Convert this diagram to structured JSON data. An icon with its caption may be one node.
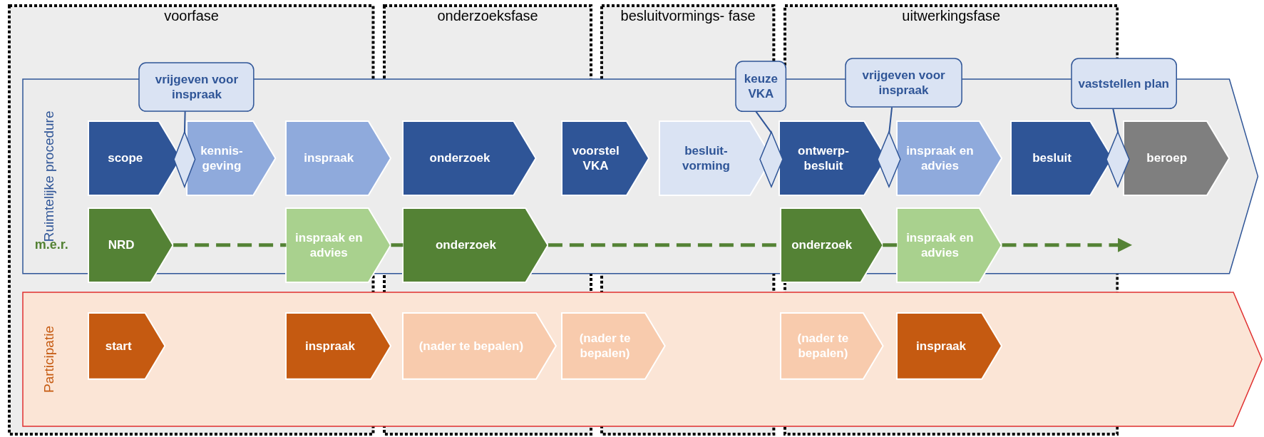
{
  "diagram": {
    "nodes": [
      {
        "text": [
          "voorfase"
        ]
      },
      {
        "text": [
          "onderzoeksfase"
        ]
      },
      {
        "text": [
          "besluitvormings- fase"
        ]
      },
      {
        "text": [
          "uitwerkingsfase"
        ]
      },
      {
        "text": [
          "Ruimtelijke procedure"
        ]
      },
      {
        "text": [
          "Participatie"
        ]
      },
      {
        "text": [
          "vrijgeven voor inspraak"
        ]
      },
      {
        "text": [
          "keuze VKA"
        ]
      },
      {
        "text": [
          "vrijgeven voor inspraak"
        ]
      },
      {
        "text": [
          "vaststellen plan"
        ]
      },
      {
        "text": [
          "scope"
        ],
        "in": 4
      },
      {
        "text": [],
        "shape": "diamond",
        "in": 4
      },
      {
        "text": [
          "kennis- geving"
        ],
        "in": 4
      },
      {
        "text": [
          "inspraak"
        ],
        "in": 4
      },
      {
        "text": [
          "onderzoek"
        ],
        "in": 4
      },
      {
        "text": [
          "voorstel VKA"
        ],
        "in": 4
      },
      {
        "text": [
          "besluit- vorming"
        ],
        "in": 4
      },
      {
        "text": [],
        "shape": "diamond",
        "in": 4
      },
      {
        "text": [
          "ontwerp- besluit"
        ],
        "in": 4
      },
      {
        "text": [],
        "shape": "diamond",
        "in": 4
      },
      {
        "text": [
          "inspraak en advies"
        ],
        "in": 4
      },
      {
        "text": [
          "besluit"
        ],
        "in": 4
      },
      {
        "text": [],
        "shape": "diamond",
        "in": 4
      },
      {
        "text": [
          "beroep"
        ],
        "in": 4
      },
      {
        "text": [
          "NRD"
        ],
        "in": 4
      },
      {
        "text": [
          "inspraak en advies"
        ],
        "in": 4
      },
      {
        "text": [
          "onderzoek"
        ],
        "in": 4
      },
      {
        "text": [
          "onderzoek"
        ],
        "in": 4
      },
      {
        "text": [
          "inspraak en advies"
        ],
        "in": 4
      },
      {
        "text": [
          "start"
        ],
        "in": 5
      },
      {
        "text": [
          "inspraak"
        ],
        "in": 5
      },
      {
        "text": [
          "(nader te bepalen)"
        ],
        "in": 5
      },
      {
        "text": [
          "(nader te bepalen)"
        ],
        "in": 5
      },
      {
        "text": [
          "(nader te bepalen)"
        ],
        "in": 5
      },
      {
        "text": [
          "inspraak"
        ],
        "in": 5
      }
    ],
    "edges": [
      {
        "from": 6,
        "to": 11,
        "arrow": "none",
        "color": "#2f5597"
      },
      {
        "from": 7,
        "to": 17,
        "arrow": "none",
        "color": "#2f5597"
      },
      {
        "from": 8,
        "to": 19,
        "arrow": "none",
        "color": "#2f5597"
      },
      {
        "from": 9,
        "to": 22,
        "arrow": "none",
        "color": "#2f5597"
      },
      {
        "from": 24,
        "to": 25,
        "arrow": "none",
        "style": "dashed",
        "color": "#548235"
      },
      {
        "from": 25,
        "to": 26,
        "arrow": "none",
        "style": "dashed",
        "color": "#548235"
      },
      {
        "from": 26,
        "to": 27,
        "arrow": "none",
        "style": "dashed",
        "color": "#548235"
      },
      {
        "from": 27,
        "to": 28,
        "arrow": "none",
        "style": "dashed",
        "color": "#548235"
      },
      {
        "from": 28,
        "to": null,
        "arrow": "to",
        "style": "dashed",
        "color": "#548235"
      }
    ],
    "labels": [
      "m.e.r."
    ]
  }
}
